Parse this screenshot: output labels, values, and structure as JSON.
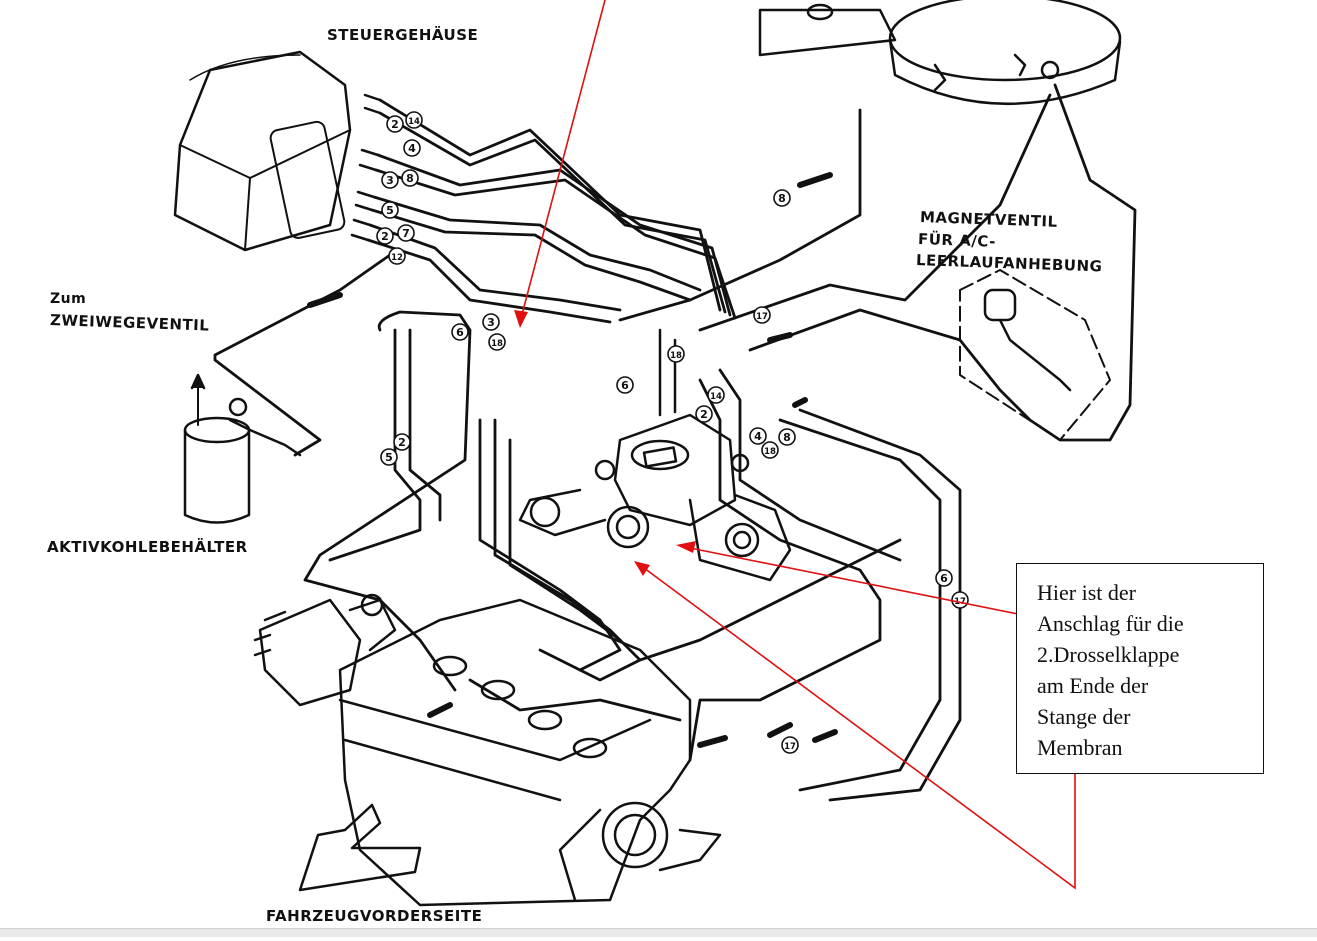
{
  "labels": {
    "steuergehaeuse": "STEUERGEHÄUSE",
    "zum": "Zum",
    "zweiwegeventil": "ZWEIWEGEVENTIL",
    "magnet_line1": "MAGNETVENTIL",
    "magnet_line2": "FÜR A/C-",
    "magnet_line3": "LEERLAUFANHEBUNG",
    "aktivkohle": "AKTIVKOHLEBEHÄLTER",
    "fahrzeug": "FAHRZEUGVORDERSEITE"
  },
  "note": {
    "lines": [
      "Hier ist der",
      "Anschlag für die",
      "2.Drosselklappe",
      "am Ende der",
      "Stange der",
      "Membran"
    ]
  },
  "hose_numbers": [
    "14",
    "2",
    "4",
    "3",
    "8",
    "5",
    "2",
    "7",
    "12",
    "8",
    "17",
    "6",
    "3",
    "18",
    "18",
    "6",
    "14",
    "2",
    "4",
    "18",
    "8",
    "5",
    "2",
    "6",
    "17",
    "17"
  ],
  "colors": {
    "annotation_red": "#e01010",
    "line": "#111111"
  }
}
